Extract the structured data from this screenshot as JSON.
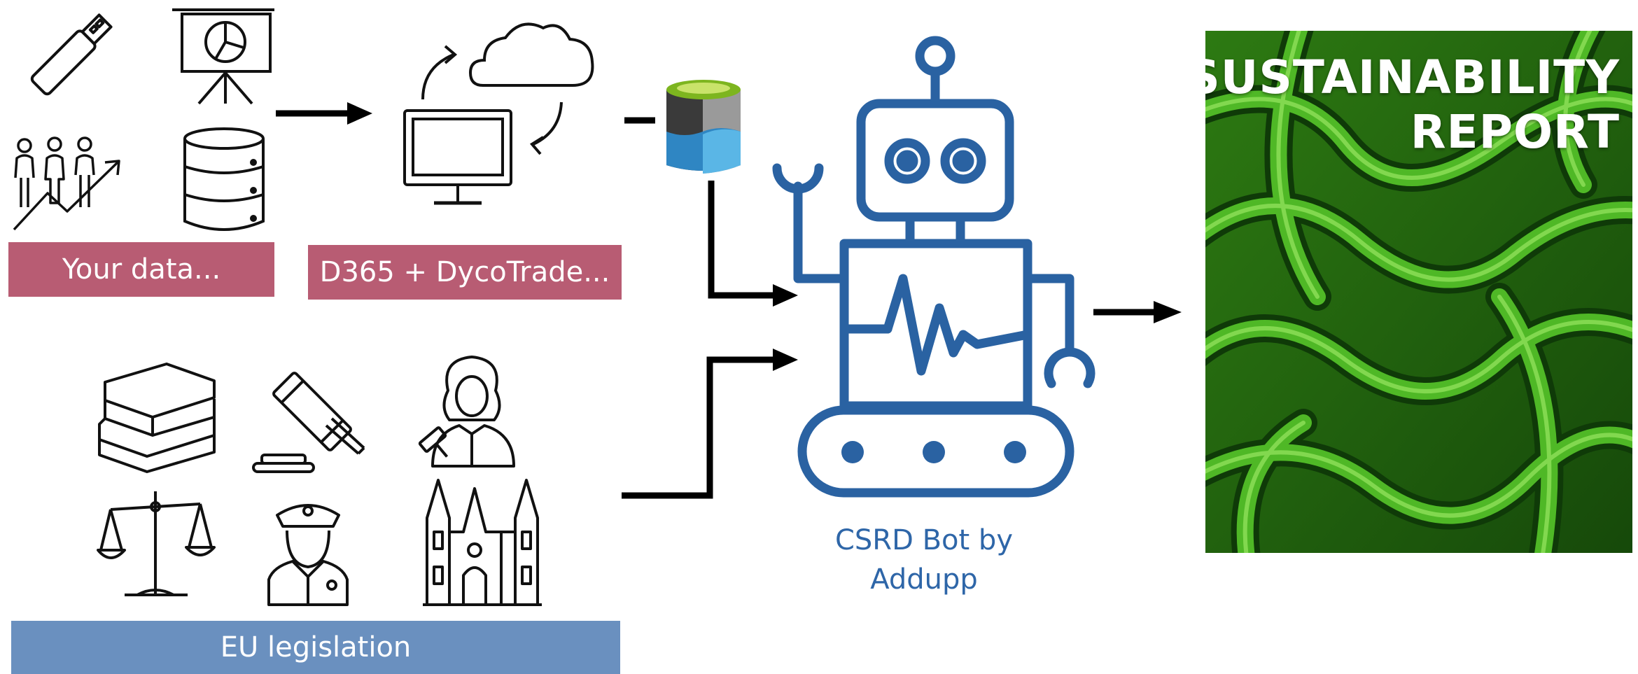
{
  "labels": {
    "your_data": "Your data...",
    "d365": "D365 + DycoTrade...",
    "eu_legislation": "EU legislation",
    "bot_caption_line1": "CSRD Bot by",
    "bot_caption_line2": "Addupp"
  },
  "report": {
    "title_line1": "SUSTAINABILITY",
    "title_line2": "REPORT"
  },
  "colors": {
    "data_label_bg": "#b85c73",
    "eu_label_bg": "#6a90bf",
    "bot_blue": "#2a62a2",
    "caption_blue": "#2e66a8",
    "coral_green": "#3a9a1c"
  },
  "icons": {
    "data_sources": [
      "usb-drive-icon",
      "presentation-chart-icon",
      "people-growth-icon",
      "database-icon"
    ],
    "platform": [
      "computer-monitor-icon",
      "cloud-icon",
      "sync-arrows-icon"
    ],
    "storage": "data-lake-icon",
    "legislation": [
      "books-icon",
      "gavel-icon",
      "judge-icon",
      "scales-of-justice-icon",
      "police-officer-icon",
      "cathedral-icon"
    ],
    "bot": "robot-icon"
  }
}
